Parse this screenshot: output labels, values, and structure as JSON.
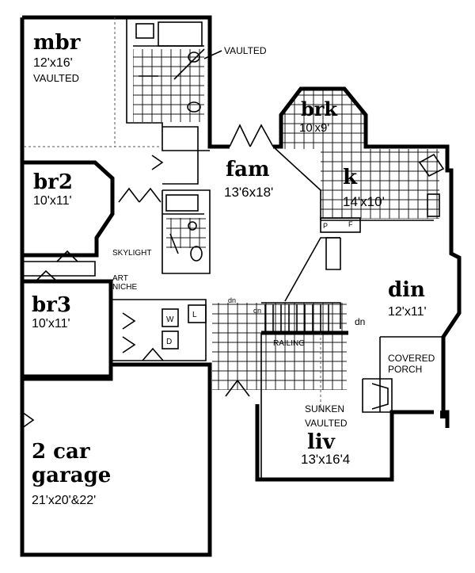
{
  "rooms": {
    "mbr": {
      "name": "mbr",
      "size": "12'x16'",
      "note": "VAULTED"
    },
    "br2": {
      "name": "br2",
      "size": "10'x11'"
    },
    "br3": {
      "name": "br3",
      "size": "10'x11'"
    },
    "fam": {
      "name": "fam",
      "size": "13'6x18'"
    },
    "brk": {
      "name": "brk",
      "size": "10'x9'"
    },
    "k": {
      "name": "k",
      "size": "14'x10'"
    },
    "din": {
      "name": "din",
      "size": "12'x11'"
    },
    "liv": {
      "name": "liv",
      "size": "13'x16'4",
      "note1": "SUNKEN",
      "note2": "VAULTED"
    },
    "garage": {
      "line1": "2 car",
      "line2": "garage",
      "size": "21'x20'&22'"
    }
  },
  "labels": {
    "vaulted": "VAULTED",
    "skylight": "SKYLIGHT",
    "art1": "ART",
    "art2": "NICHE",
    "covered1": "COVERED",
    "covered2": "PORCH",
    "railing": "RAILING",
    "dn1": "dn",
    "dn2": "dn",
    "dn3": "dn",
    "w": "W",
    "d": "D",
    "l": "L",
    "p": "P",
    "f": "F"
  }
}
